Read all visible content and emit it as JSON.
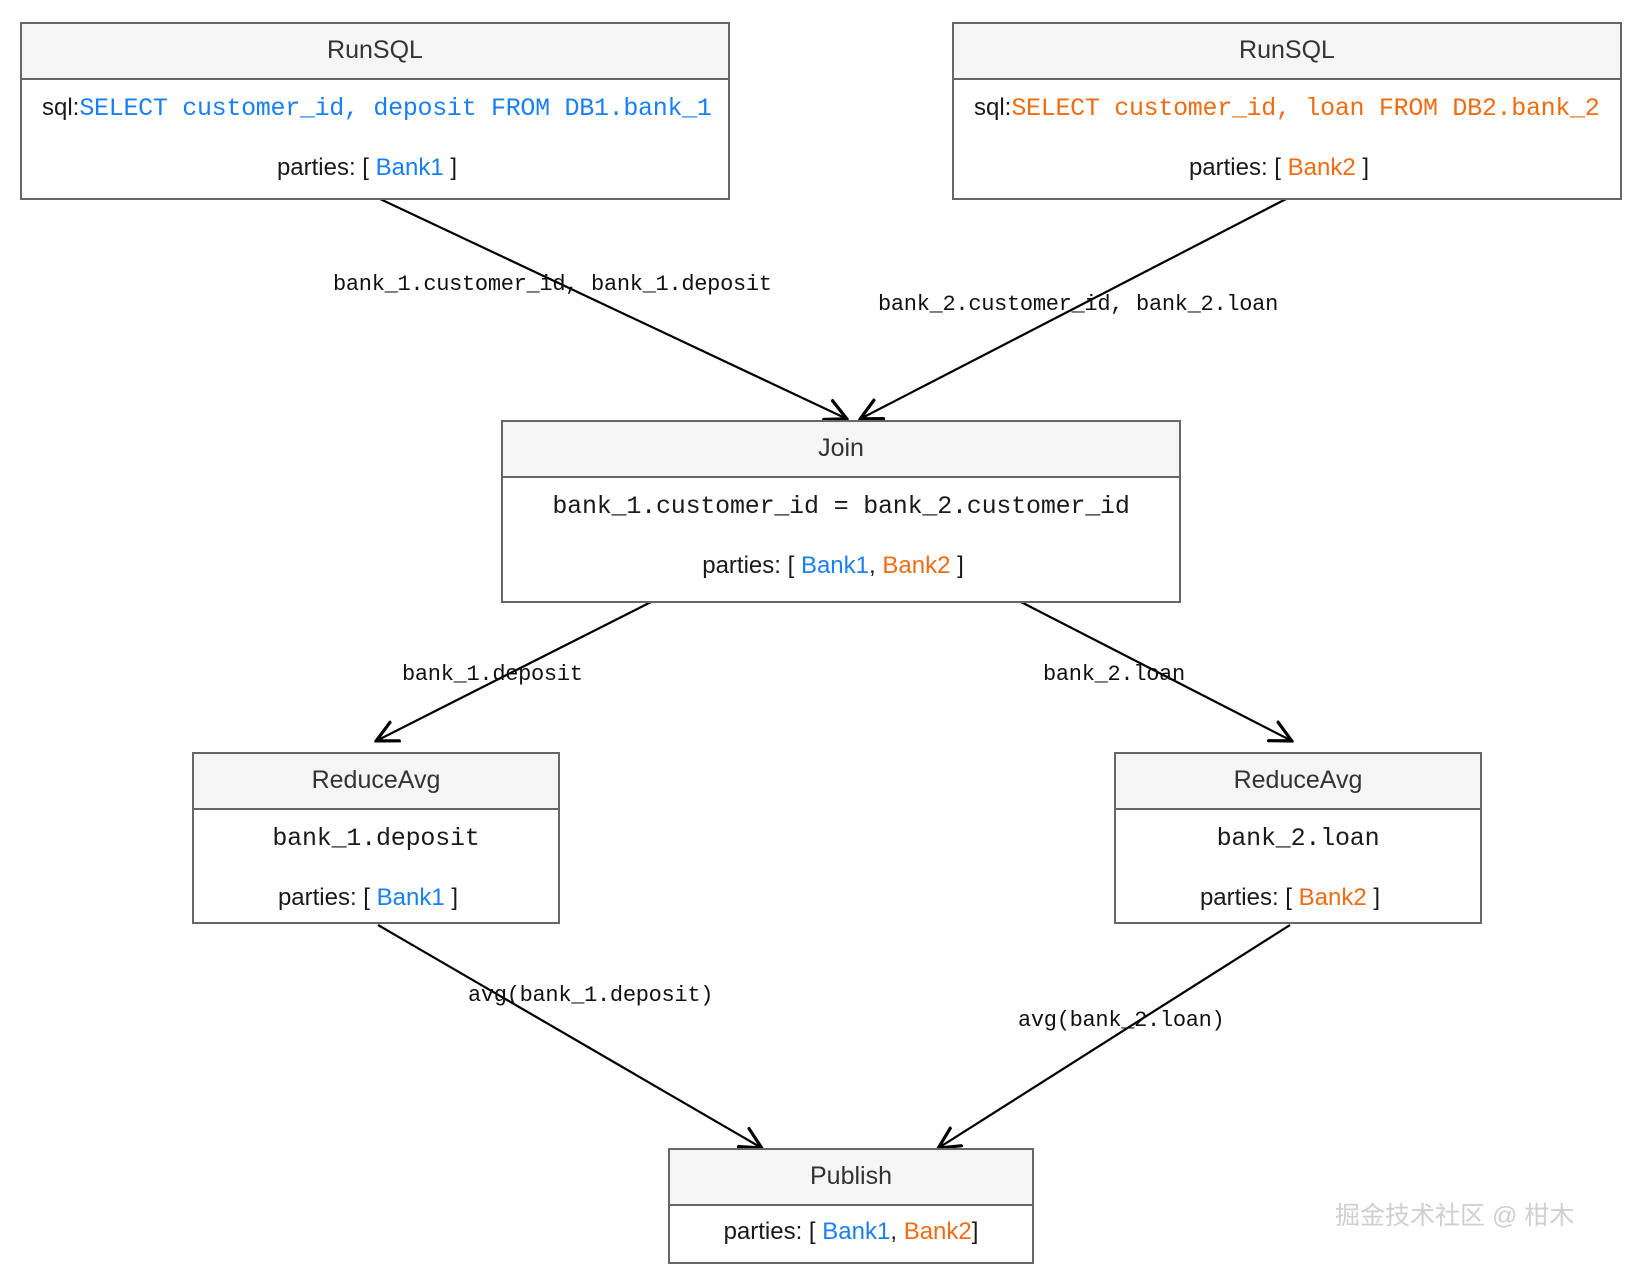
{
  "diagram": {
    "title": "Secure multi-party SQL dataflow graph",
    "colors": {
      "bank1": "#1a7ff0",
      "bank2": "#ef6c13",
      "node_border": "#666666",
      "node_header_bg": "#f5f5f5",
      "canvas_bg": "#ffffff",
      "edge": "#000000"
    }
  },
  "nodes": {
    "runsql_left": {
      "title": "RunSQL",
      "sql_key": "sql:",
      "sql_value": "SELECT customer_id, deposit FROM DB1.bank_1",
      "parties_label": "parties:",
      "parties": [
        "Bank1"
      ]
    },
    "runsql_right": {
      "title": "RunSQL",
      "sql_key": "sql:",
      "sql_value": "SELECT customer_id, loan FROM DB2.bank_2",
      "parties_label": "parties:",
      "parties": [
        "Bank2"
      ]
    },
    "join": {
      "title": "Join",
      "condition": "bank_1.customer_id = bank_2.customer_id",
      "parties_label": "parties:",
      "parties": [
        "Bank1",
        "Bank2"
      ]
    },
    "reduceavg_left": {
      "title": "ReduceAvg",
      "column": "bank_1.deposit",
      "parties_label": "parties:",
      "parties": [
        "Bank1"
      ]
    },
    "reduceavg_right": {
      "title": "ReduceAvg",
      "column": "bank_2.loan",
      "parties_label": "parties:",
      "parties": [
        "Bank2"
      ]
    },
    "publish": {
      "title": "Publish",
      "parties_label": "parties:",
      "parties": [
        "Bank1",
        "Bank2"
      ]
    }
  },
  "edges": [
    {
      "id": "e1",
      "from": "runsql_left",
      "to": "join",
      "label": "bank_1.customer_id, bank_1.deposit"
    },
    {
      "id": "e2",
      "from": "runsql_right",
      "to": "join",
      "label": "bank_2.customer_id, bank_2.loan"
    },
    {
      "id": "e3",
      "from": "join",
      "to": "reduceavg_left",
      "label": "bank_1.deposit"
    },
    {
      "id": "e4",
      "from": "join",
      "to": "reduceavg_right",
      "label": "bank_2.loan"
    },
    {
      "id": "e5",
      "from": "reduceavg_left",
      "to": "publish",
      "label": "avg(bank_1.deposit)"
    },
    {
      "id": "e6",
      "from": "reduceavg_right",
      "to": "publish",
      "label": "avg(bank_2.loan)"
    }
  ],
  "watermark": {
    "text": "掘金技术社区 @ 柑木"
  }
}
